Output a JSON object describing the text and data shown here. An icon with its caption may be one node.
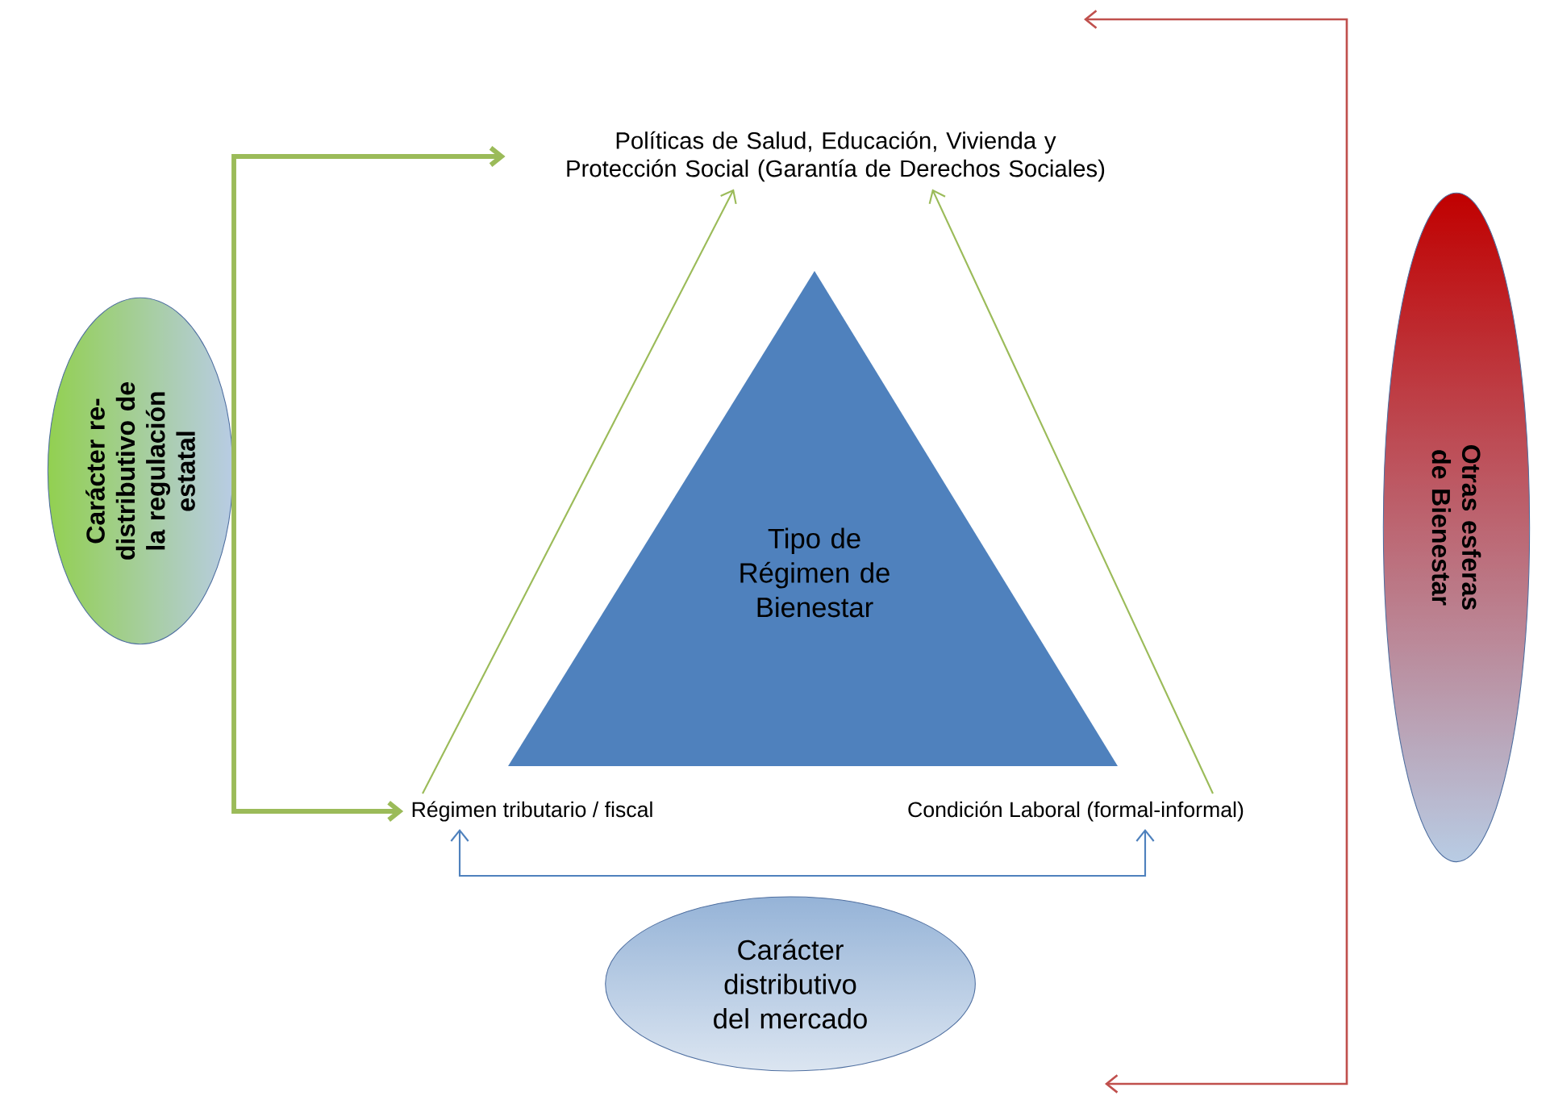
{
  "diagram": {
    "nodes": [
      {
        "text": [
          "Políticas de Salud, Educación, Vivienda y Protección Social (Garantía de Derechos Sociales)"
        ]
      },
      {
        "text": [
          "Tipo de Régimen de Bienestar"
        ]
      },
      {
        "text": [
          "Régimen tributario / fiscal"
        ]
      },
      {
        "text": [
          "Condición Laboral (formal-informal)"
        ]
      },
      {
        "text": [
          "Carácter re-distributivo de la regulación estatal"
        ]
      },
      {
        "text": [
          "Otras esferas de Bienestar"
        ]
      },
      {
        "text": [
          "Carácter distributivo del mercado"
        ]
      }
    ],
    "edges": [
      {
        "from": 2,
        "to": 0,
        "arrow": "both",
        "style": "thick"
      },
      {
        "from": 2,
        "to": 0,
        "arrow": "to"
      },
      {
        "from": 3,
        "to": 0,
        "arrow": "to"
      },
      {
        "from": 2,
        "to": 3,
        "arrow": "both",
        "color": "#4f81bd"
      }
    ]
  }
}
